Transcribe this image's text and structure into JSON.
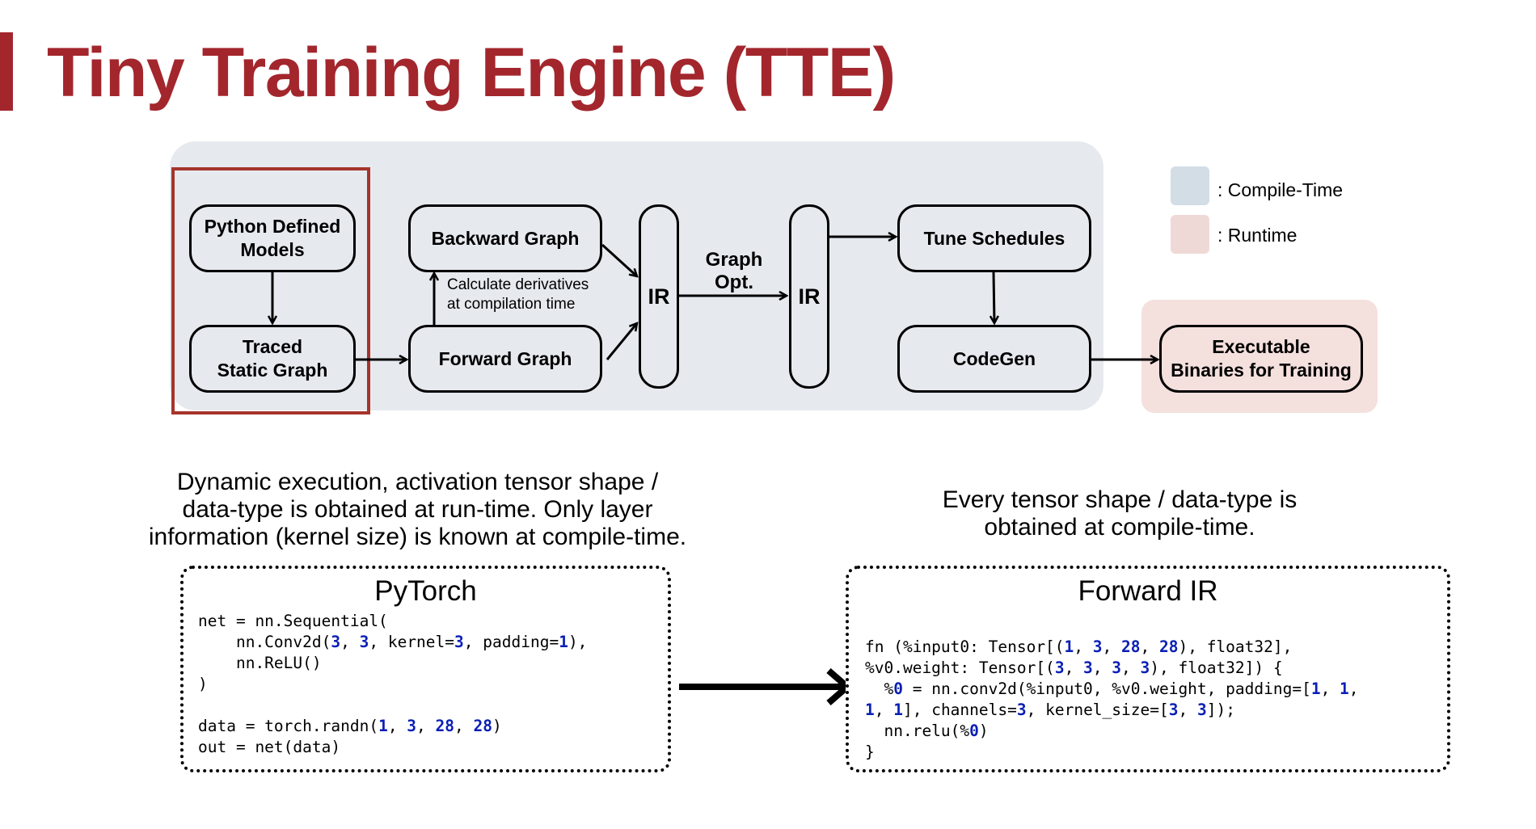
{
  "title": "Tiny Training Engine (TTE)",
  "colors": {
    "accent": "#a3262d",
    "compile_time": "#e6eaef",
    "runtime": "#f4e0dd",
    "code_number": "#0a1fb5",
    "traced_outline": "#a5342b"
  },
  "legend": {
    "compile_time": {
      "color": "#d2dde6",
      "label": ": Compile-Time"
    },
    "runtime": {
      "color": "#efd9d6",
      "label": ": Runtime"
    }
  },
  "nodes": {
    "python_models": "Python Defined\nModels",
    "traced_graph": "Traced\nStatic Graph",
    "backward_graph": "Backward Graph",
    "forward_graph": "Forward Graph",
    "ir_1": "IR",
    "ir_2": "IR",
    "tune_schedules": "Tune Schedules",
    "codegen": "CodeGen",
    "executable": "Executable\nBinaries for Training"
  },
  "derivatives_note": "Calculate derivatives\nat compilation time",
  "graph_opt": "Graph\nOpt.",
  "left_description": "Dynamic execution, activation tensor shape /\ndata-type is obtained at run-time. Only layer\ninformation (kernel size) is known at compile-time.",
  "right_description": "Every tensor shape / data-type is\nobtained at compile-time.",
  "pytorch": {
    "title": "PyTorch",
    "lines": [
      "net = nn.Sequential(",
      "    nn.Conv2d({3}, {3}, kernel={3}, padding={1}),",
      "    nn.ReLU()",
      ")",
      "",
      "data = torch.randn({1}, {3}, {28}, {28})",
      "out = net(data)"
    ]
  },
  "forward_ir": {
    "title": "Forward IR",
    "lines": [
      "fn (%input0: Tensor[({1}, {3}, {28}, {28}), float32],",
      "%v0.weight: Tensor[({3}, {3}, {3}, {3}), float32]) {",
      "  %{0} = nn.conv2d(%input0, %v0.weight, padding=[{1}, {1},",
      "{1}, {1}], channels={3}, kernel_size=[{3}, {3}]);",
      "  nn.relu(%{0})",
      "}"
    ]
  }
}
